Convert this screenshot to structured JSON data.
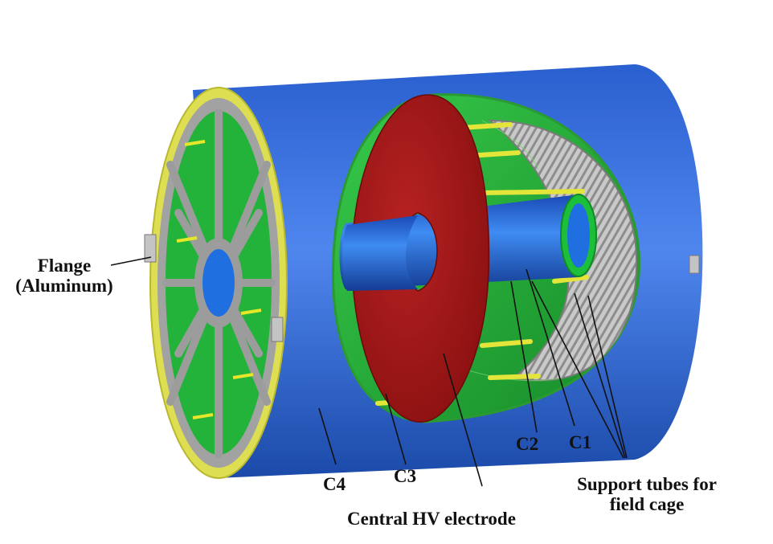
{
  "labels": {
    "flange_line1": "Flange",
    "flange_line2": "(Aluminum)",
    "c4": "C4",
    "c3": "C3",
    "c2": "C2",
    "c1": "C1",
    "support_line1": "Support tubes for",
    "support_line2": "field cage",
    "central_hv": "Central HV electrode"
  },
  "colors": {
    "outer_cylinder": "#1e5fd0",
    "field_cage": "#1fb43a",
    "hv_electrode": "#b01a1a",
    "flange_rim": "#d8d84a",
    "endplate_frame": "#9a9a9a",
    "support_tubes": "#e6e62a",
    "inner_tube": "#1f6fe0"
  }
}
